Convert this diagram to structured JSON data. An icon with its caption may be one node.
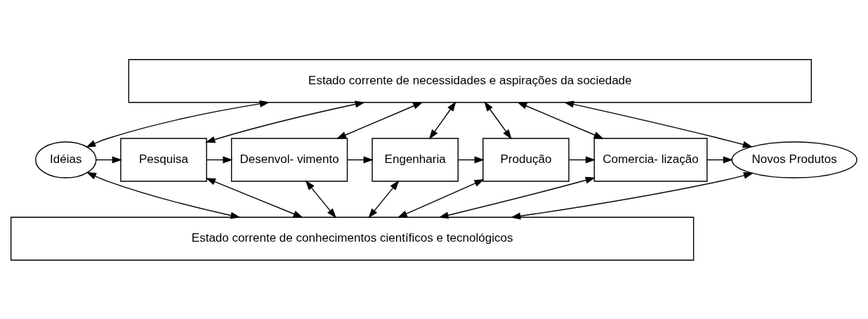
{
  "diagram": {
    "nodes": [
      {
        "text": [
          "Estado corrente de necessidades e aspirações da sociedade"
        ]
      },
      {
        "text": [
          "Idéias"
        ]
      },
      {
        "text": [
          "Pesquisa"
        ]
      },
      {
        "text": [
          "Desenvol- vimento"
        ]
      },
      {
        "text": [
          "Engenharia"
        ]
      },
      {
        "text": [
          "Produção"
        ]
      },
      {
        "text": [
          "Comercia- lização"
        ]
      },
      {
        "text": [
          "Novos Produtos"
        ]
      },
      {
        "text": [
          "Estado corrente de conhecimentos científicos e tecnológicos"
        ]
      }
    ],
    "edges": [
      {
        "from": 1,
        "to": 0,
        "arrow": "both"
      },
      {
        "from": 1,
        "to": 8,
        "arrow": "both"
      },
      {
        "from": 1,
        "to": 2,
        "arrow": "to"
      },
      {
        "from": 2,
        "to": 3,
        "arrow": "to"
      },
      {
        "from": 3,
        "to": 4,
        "arrow": "to"
      },
      {
        "from": 4,
        "to": 5,
        "arrow": "to"
      },
      {
        "from": 5,
        "to": 6,
        "arrow": "to"
      },
      {
        "from": 6,
        "to": 7,
        "arrow": "to"
      },
      {
        "from": 0,
        "to": 2,
        "arrow": "both"
      },
      {
        "from": 0,
        "to": 3,
        "arrow": "both"
      },
      {
        "from": 0,
        "to": 4,
        "arrow": "both"
      },
      {
        "from": 0,
        "to": 5,
        "arrow": "both"
      },
      {
        "from": 0,
        "to": 6,
        "arrow": "both"
      },
      {
        "from": 2,
        "to": 8,
        "arrow": "both"
      },
      {
        "from": 3,
        "to": 8,
        "arrow": "both"
      },
      {
        "from": 4,
        "to": 8,
        "arrow": "both"
      },
      {
        "from": 5,
        "to": 8,
        "arrow": "both"
      },
      {
        "from": 6,
        "to": 8,
        "arrow": "both"
      },
      {
        "from": 0,
        "to": 7,
        "arrow": "both"
      },
      {
        "from": 8,
        "to": 7,
        "arrow": "both"
      }
    ]
  }
}
